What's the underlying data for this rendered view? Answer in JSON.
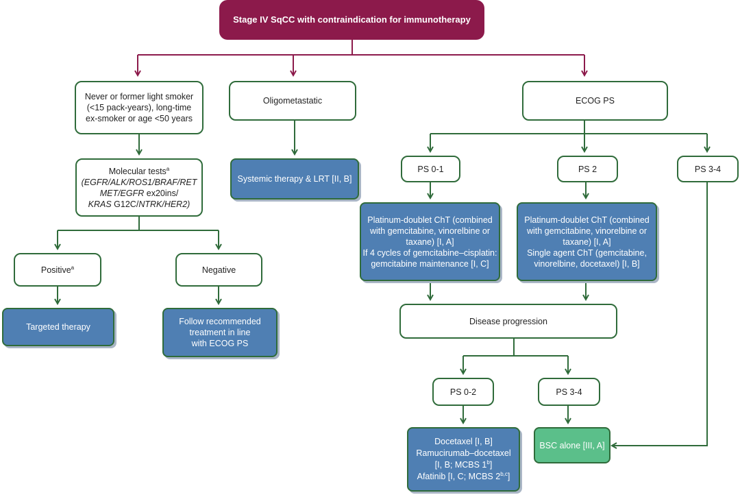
{
  "title": "Stage IV SqCC with contraindication for immunotherapy",
  "smoker": {
    "lines": [
      "Never or former light smoker",
      "(<15 pack-years), long-time",
      "ex-smoker or age <50 years"
    ]
  },
  "oligometastatic": {
    "label": "Oligometastatic"
  },
  "ecog": {
    "label": "ECOG PS"
  },
  "molecular": {
    "heading": "Molecular tests",
    "heading_sup": "a",
    "line1": "(EGFR/ALK/ROS1/BRAF/RET",
    "line2_a": "MET/EGFR",
    "line2_b": " ex20ins/",
    "line3_a": "KRAS",
    "line3_b": " G12C/",
    "line3_c": "NTRK/HER2)"
  },
  "systemic_lrt": {
    "label": "Systemic therapy & LRT [II, B]"
  },
  "positive": {
    "label": "Positive",
    "sup": "a"
  },
  "negative": {
    "label": "Negative"
  },
  "targeted": {
    "label": "Targeted therapy"
  },
  "follow": {
    "lines": [
      "Follow recommended",
      "treatment in line",
      "with ECOG PS"
    ]
  },
  "ps01": {
    "label": "PS 0-1"
  },
  "ps2": {
    "label": "PS 2"
  },
  "ps34_top": {
    "label": "PS 3-4"
  },
  "chemo_ps01": {
    "lines": [
      "Platinum-doublet ChT (combined",
      "with gemcitabine, vinorelbine or",
      "taxane) [I, A]",
      "If 4 cycles of gemcitabine–cisplatin:",
      "gemcitabine maintenance [I, C]"
    ]
  },
  "chemo_ps2": {
    "lines": [
      "Platinum-doublet ChT (combined",
      "with gemcitabine, vinorelbine or",
      "taxane) [I, A]",
      "Single agent ChT (gemcitabine,",
      "vinorelbine, docetaxel) [I, B]"
    ]
  },
  "progression": {
    "label": "Disease progression"
  },
  "ps02": {
    "label": "PS 0-2"
  },
  "ps34_bottom": {
    "label": "PS 3-4"
  },
  "second_line": {
    "line1": "Docetaxel [I, B]",
    "line2": "Ramucirumab–docetaxel",
    "line3": "[I, B; MCBS 1",
    "line3_sup": "b",
    "line3_end": "]",
    "line4": "Afatinib [I, C; MCBS 2",
    "line4_sup": "b,c",
    "line4_end": "]"
  },
  "bsc": {
    "label": "BSC alone [III, A]"
  },
  "colors": {
    "maroon": "#8c1a4b",
    "dark_green": "#2f6b3a",
    "blue_fill": "#4f7fb3",
    "green_fill": "#5bbf8a"
  }
}
